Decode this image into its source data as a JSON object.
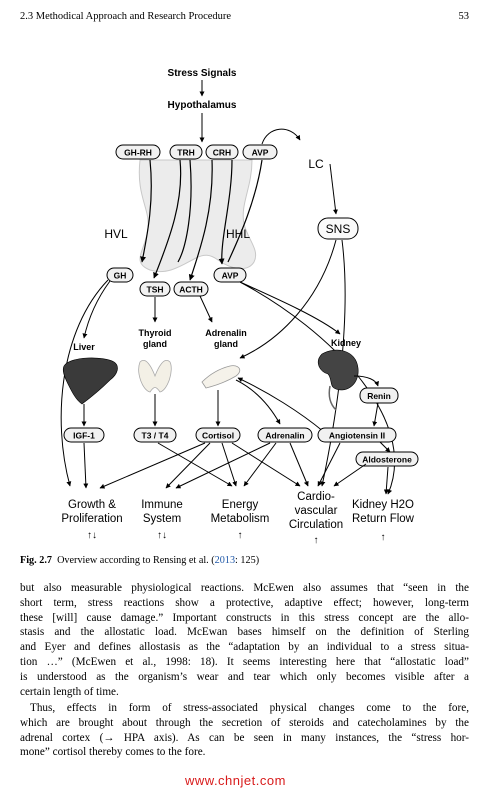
{
  "header": {
    "section": "2.3   Methodical Approach and Research Procedure",
    "page_number": "53"
  },
  "figure": {
    "nodes": {
      "stress_signals": "Stress Signals",
      "hypothalamus": "Hypothalamus",
      "gh_rh": "GH-RH",
      "trh": "TRH",
      "crh": "CRH",
      "avp_top": "AVP",
      "lc": "LC",
      "hvl": "HVL",
      "hhl": "HHL",
      "sns": "SNS",
      "gh": "GH",
      "tsh": "TSH",
      "acth": "ACTH",
      "avp_mid": "AVP",
      "liver": "Liver",
      "thyroid_1": "Thyroid",
      "thyroid_2": "gland",
      "adrenalin_gland_1": "Adrenalin",
      "adrenalin_gland_2": "gland",
      "kidney": "Kidney",
      "renin": "Renin",
      "igf1": "IGF-1",
      "t3t4": "T3 / T4",
      "cortisol": "Cortisol",
      "adrenalin": "Adrenalin",
      "angiotensin": "Angiotensin II",
      "aldosterone": "Aldosterone",
      "growth_1": "Growth  &",
      "growth_2": "Proliferation",
      "growth_arrows": "↑↓",
      "immune_1": "Immune",
      "immune_2": "System",
      "immune_arrows": "↑↓",
      "energy_1": "Energy",
      "energy_2": "Metabolism",
      "energy_arrow": "↑",
      "cardio_1": "Cardio-",
      "cardio_2": "vascular",
      "cardio_3": "Circulation",
      "cardio_arrow": "↑",
      "kidney_out_1": "Kidney H2O",
      "kidney_out_2": "Return Flow",
      "kidney_out_arrow": "↑"
    }
  },
  "caption": {
    "label": "Fig. 2.7",
    "text": "Overview according to Rensing et al. (",
    "citation": "2013",
    "tail": ": 125)"
  },
  "body": {
    "para1": [
      "but also measurable physiological reactions. McEwen also assumes that “seen in the",
      "short term, stress reactions show a protective, adaptive effect; however, long-term",
      "these [will] cause damage.” Important constructs in this stress concept are the allo-",
      "stasis and the allostatic load. McEwan bases himself on the definition of Sterling",
      "and Eyer and defines allostasis as the “adaptation by an individual to a stress situa-",
      "tion …” (McEwen et al., 1998: 18). It seems interesting here that “allostatic load”",
      "is understood as the organism’s wear and tear which only becomes visible after a",
      "certain length of time."
    ],
    "para2": [
      "Thus, effects in form of stress-associated physical changes come to the fore,",
      "which are brought about through the secretion of steroids and catecholamines by the",
      "adrenal cortex (→ HPA axis). As can be seen in many instances, the “stress hor-",
      "mone” cortisol thereby comes to the fore."
    ]
  },
  "watermark": "www.chnjet.com"
}
